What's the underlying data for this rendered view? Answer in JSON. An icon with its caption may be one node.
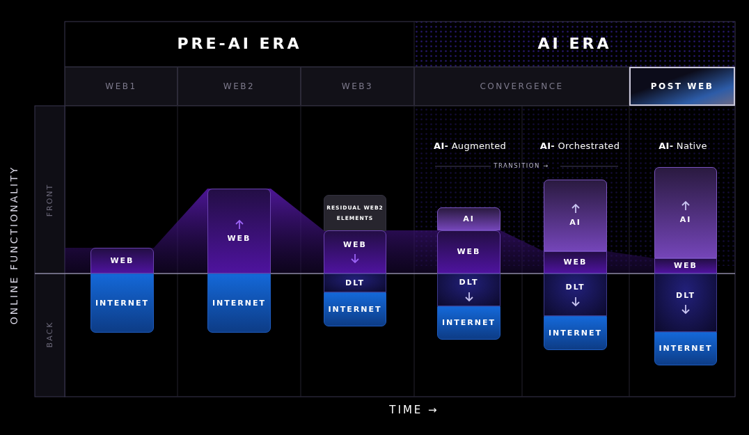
{
  "diagram": {
    "nodes": [
      {
        "text": [
          "PRE-AI ERA"
        ]
      },
      {
        "text": [
          "AI ERA"
        ]
      },
      {
        "text": [
          "WEB1"
        ]
      },
      {
        "text": [
          "WEB2"
        ]
      },
      {
        "text": [
          "WEB3"
        ]
      },
      {
        "text": [
          "CONVERGENCE"
        ]
      },
      {
        "text": [
          "POST WEB"
        ]
      },
      {
        "text": [
          "WEB"
        ]
      },
      {
        "text": [
          "INTERNET"
        ]
      },
      {
        "text": [
          "WEB"
        ]
      },
      {
        "text": [
          "INTERNET"
        ]
      },
      {
        "text": [
          "RESIDUAL WEB2 ELEMENTS"
        ]
      },
      {
        "text": [
          "WEB"
        ]
      },
      {
        "text": [
          "DLT"
        ]
      },
      {
        "text": [
          "INTERNET"
        ]
      },
      {
        "text": [
          "AI"
        ]
      },
      {
        "text": [
          "WEB"
        ]
      },
      {
        "text": [
          "DLT"
        ]
      },
      {
        "text": [
          "INTERNET"
        ]
      },
      {
        "text": [
          "AI"
        ]
      },
      {
        "text": [
          "WEB"
        ]
      },
      {
        "text": [
          "DLT"
        ]
      },
      {
        "text": [
          "INTERNET"
        ]
      },
      {
        "text": [
          "AI"
        ]
      },
      {
        "text": [
          "WEB"
        ]
      },
      {
        "text": [
          "DLT"
        ]
      },
      {
        "text": [
          "INTERNET"
        ]
      }
    ],
    "edges": [],
    "labels": [
      "ONLINE FUNCTIONALITY",
      "FRONT",
      "**AI-** Augmented",
      "**AI-** Orchestrated",
      "**AI-** Native",
      "TRANSITION →",
      "BACK",
      "TIME →"
    ]
  }
}
